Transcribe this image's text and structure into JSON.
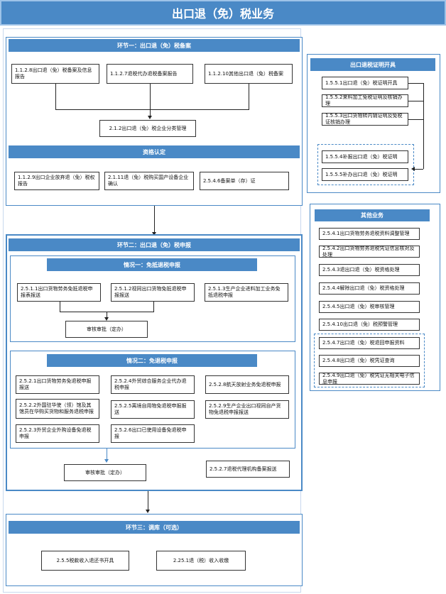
{
  "title": "出口退（免）税业务",
  "stage1": {
    "title": "环节一：出口退（免）税备案",
    "box1": "1.1.2.8出口退（免）税备案及信息报告",
    "box2": "1.1.2.7退税代办退税备案报告",
    "box3": "1.1.2.10其他出口退（免）税备案",
    "box4": "2.1.2出口退（免）税企业分类管理"
  },
  "shared": {
    "title": "资格认定",
    "box1": "1.1.2.9出口企业放弃退（免）税权报告",
    "box2": "2.1.11退（免）税购买国产设备企业确认",
    "box3": "2.5.4.6备案单（存）证"
  },
  "stage2": {
    "title": "环节二：出口退（免）税申报",
    "sub1": {
      "title": "情况一：免抵退税申报",
      "box1": "2.5.1.1出口货物劳务免抵退税申报表报送",
      "box2": "2.5.1.2视同出口货物免抵退税申报报送",
      "box3": "2.5.1.3生产企业进料加工业务免抵退税申报",
      "box4": "审核审批（定办）"
    },
    "sub2": {
      "title": "情况二：免退税申报",
      "box1": "2.5.2.1出口货物劳务免退税申报报送",
      "box2": "2.5.2.4外贸综合服务企业代办退税申报",
      "box3": "2.5.2.8航天放射业务免退税申报",
      "box4": "2.5.2.2外国驻华使（领）馆及其馆员在华购买货物和服务退税申报",
      "box5": "2.5.2.5离境自用物免退税申报报送",
      "box6": "2.5.2.9生产企业出口视同自产货物免退税申报报送",
      "box7": "2.5.2.3外贸企业外购设备免退税申报",
      "box8": "2.5.2.6出口已使用设备免退税申报",
      "box9": "2.5.2.7退税代理机构备案报送",
      "box10": "审核审批（定办）"
    }
  },
  "stage3": {
    "title": "环节三：调库（可选）",
    "box1": "2.5.5税款收入退还书开具",
    "box2": "2.25.1退（税）收入收缴"
  },
  "right1": {
    "title": "出口退税证明开具",
    "items": [
      "1.5.5.1出口退（免）税证明开具",
      "1.5.5.2来料加工免税证明及核销办理",
      "1.5.5.3出口货物转内销证明及免税证核销办理",
      "1.5.5.4补报出口退（免）税证明",
      "1.5.5.5补办出口退（免）税证明"
    ]
  },
  "right2": {
    "title": "其他业务",
    "items": [
      "2.5.4.1出口货物劳务退税资料调整管理",
      "2.5.4.2出口货物劳务退税凭证信息核对及处理",
      "2.5.4.3退出口退（免）税资格处理",
      "2.5.4.4解除出口退（免）税资格处理",
      "2.5.4.5出口退（免）税审核管理",
      "2.5.4.10出口退（免）税预警管理",
      "2.5.4.7出口退（免）税退回申报资料",
      "2.5.4.8出口退（免）税凭证查询",
      "2.5.4.9出口退（免）税凭证无相关电子信息申报"
    ]
  }
}
